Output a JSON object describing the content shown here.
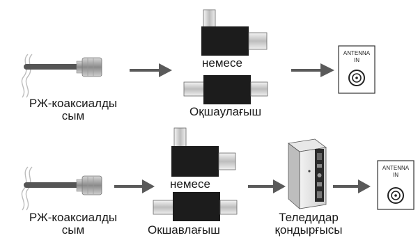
{
  "row1": {
    "cable_label": [
      "РЖ-коаксиалды",
      "сым"
    ],
    "or_text": "немесе",
    "isolator_label": "Оқшаулағыш",
    "antenna_label": [
      "ANTENNA",
      "IN"
    ]
  },
  "row2": {
    "cable_label": [
      "РЖ-коаксиалды",
      "сым"
    ],
    "or_text": "немесе",
    "isolator_label": "Окшавлағыш",
    "stb_label": [
      "Теледидар",
      "қондырғысы"
    ],
    "antenna_label": [
      "ANTENNA",
      "IN"
    ]
  },
  "colors": {
    "device": "#1c1c1c",
    "arrow": "#5a5a5a",
    "cable": "#555555"
  }
}
